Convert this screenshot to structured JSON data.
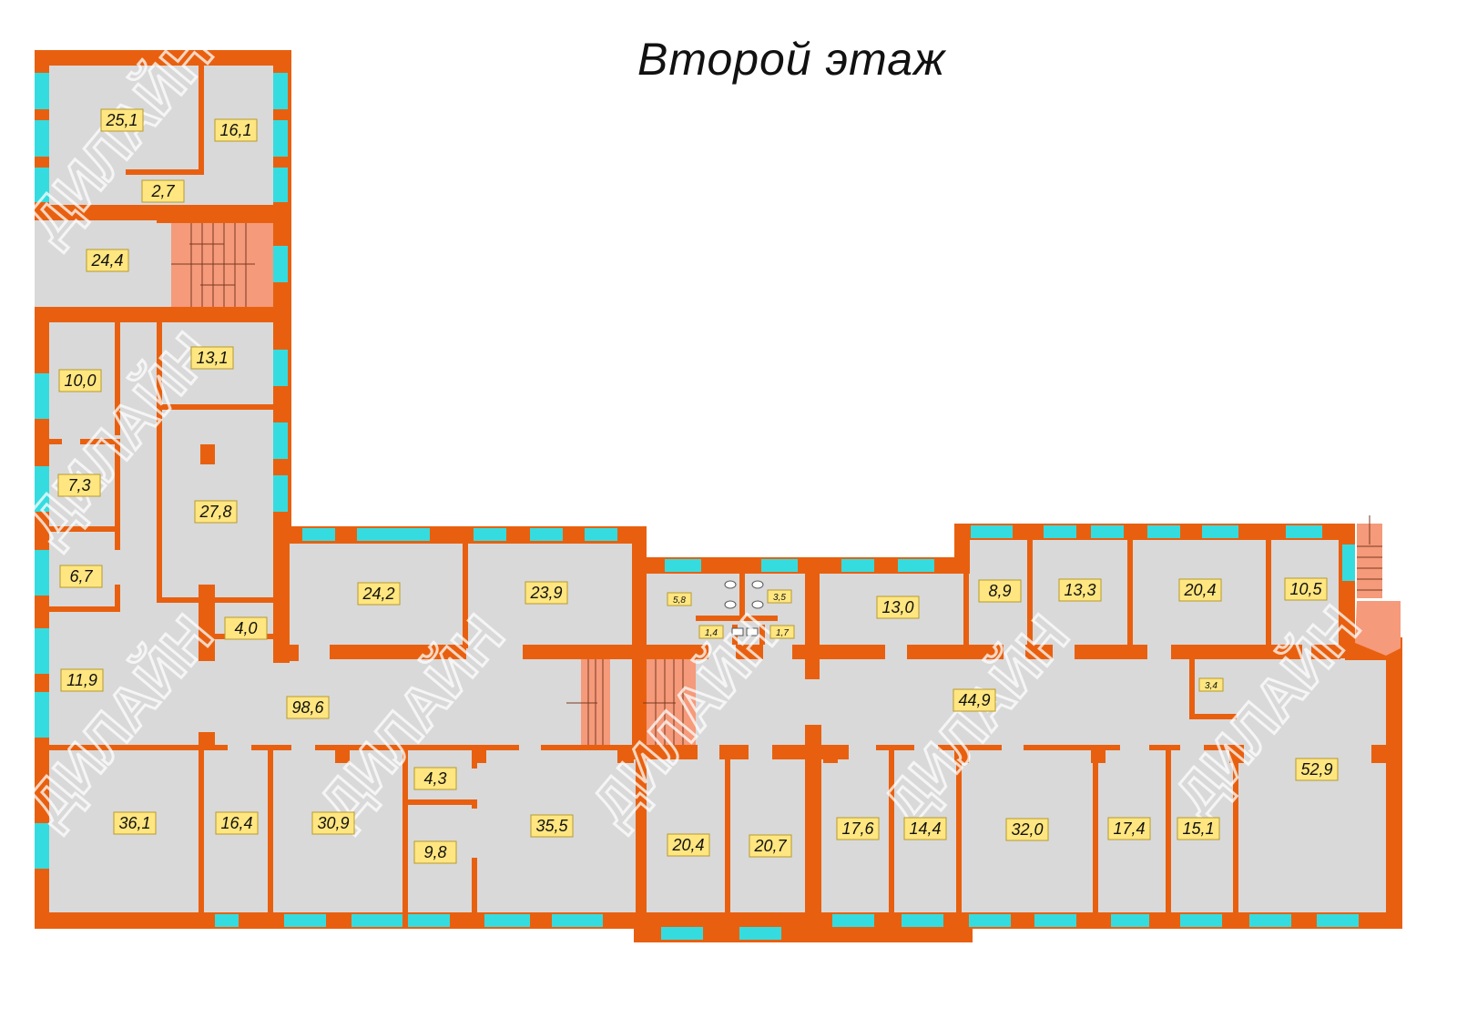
{
  "title": "Второй этаж",
  "watermark": "ДИЛАЙН",
  "colors": {
    "wall": "#e8600f",
    "floor": "#d9d9d9",
    "window": "#35dcdf",
    "stairs": "#f59a7a",
    "label_bg": "#ffe680",
    "label_border": "#b79a2c"
  },
  "rooms": [
    {
      "id": "r251",
      "label": "25,1"
    },
    {
      "id": "r161",
      "label": "16,1"
    },
    {
      "id": "r27",
      "label": "2,7"
    },
    {
      "id": "r244",
      "label": "24,4"
    },
    {
      "id": "r131",
      "label": "13,1"
    },
    {
      "id": "r100",
      "label": "10,0"
    },
    {
      "id": "r73",
      "label": "7,3"
    },
    {
      "id": "r278",
      "label": "27,8"
    },
    {
      "id": "r67",
      "label": "6,7"
    },
    {
      "id": "r40",
      "label": "4,0"
    },
    {
      "id": "r119",
      "label": "11,9"
    },
    {
      "id": "r242",
      "label": "24,2"
    },
    {
      "id": "r239",
      "label": "23,9"
    },
    {
      "id": "r58",
      "label": "5,8",
      "small": true
    },
    {
      "id": "r35",
      "label": "3,5",
      "small": true
    },
    {
      "id": "r14",
      "label": "1,4",
      "small": true
    },
    {
      "id": "r17",
      "label": "1,7",
      "small": true
    },
    {
      "id": "r130",
      "label": "13,0"
    },
    {
      "id": "r89",
      "label": "8,9"
    },
    {
      "id": "r133",
      "label": "13,3"
    },
    {
      "id": "r204a",
      "label": "20,4"
    },
    {
      "id": "r105",
      "label": "10,5"
    },
    {
      "id": "r986",
      "label": "98,6"
    },
    {
      "id": "r449",
      "label": "44,9"
    },
    {
      "id": "r34",
      "label": "3,4",
      "small": true
    },
    {
      "id": "r361",
      "label": "36,1"
    },
    {
      "id": "r164",
      "label": "16,4"
    },
    {
      "id": "r309",
      "label": "30,9"
    },
    {
      "id": "r43",
      "label": "4,3"
    },
    {
      "id": "r98",
      "label": "9,8"
    },
    {
      "id": "r355",
      "label": "35,5"
    },
    {
      "id": "r204b",
      "label": "20,4"
    },
    {
      "id": "r207",
      "label": "20,7"
    },
    {
      "id": "r176",
      "label": "17,6"
    },
    {
      "id": "r144",
      "label": "14,4"
    },
    {
      "id": "r320",
      "label": "32,0"
    },
    {
      "id": "r174",
      "label": "17,4"
    },
    {
      "id": "r151",
      "label": "15,1"
    },
    {
      "id": "r529",
      "label": "52,9"
    }
  ]
}
